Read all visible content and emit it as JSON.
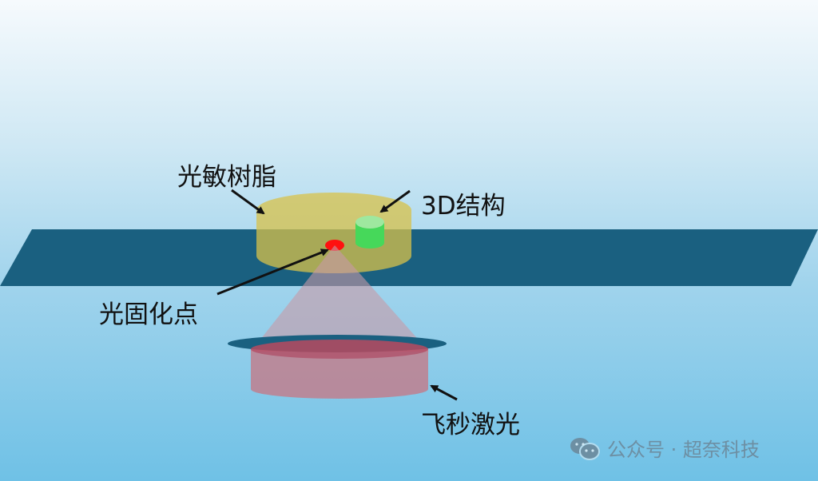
{
  "labels": {
    "resin": "光敏树脂",
    "structure": "3D结构",
    "cure_point": "光固化点",
    "laser": "飞秒激光"
  },
  "watermark": {
    "icon": "wechat-icon",
    "text": "公众号 · 超奈科技"
  },
  "colors": {
    "substrate": "#1a6080",
    "resin": "#d8c24a",
    "structure": "#46d85a",
    "cure_point": "#ff1010",
    "laser": "#c0728e"
  }
}
